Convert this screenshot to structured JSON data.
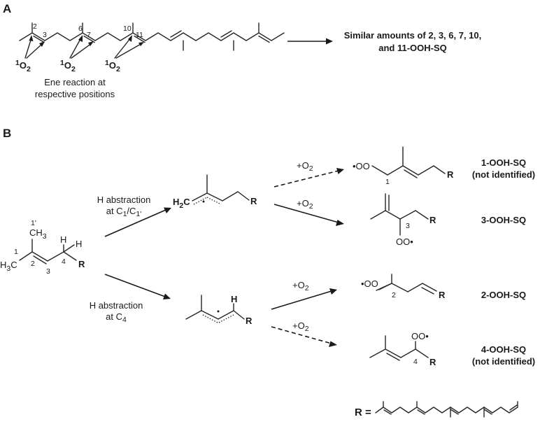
{
  "panel_a": {
    "letter": "A",
    "positions": [
      "2",
      "3",
      "6",
      "7",
      "10",
      "11"
    ],
    "oxygen": {
      "superscript": "1",
      "symbol": "O",
      "subscript": "2"
    },
    "caption_line1": "Ene reaction at",
    "caption_line2": "respective positions",
    "result_line1": "Similar amounts of 2, 3, 6, 7, 10,",
    "result_line2": "and 11-OOH-SQ"
  },
  "panel_b": {
    "letter": "B",
    "start": {
      "h_top": "H",
      "h_right": "H",
      "r": "R",
      "ch3": "CH",
      "ch3_sub": "3",
      "h3c": "H",
      "h3c_sub": "3",
      "h3c_c": "C",
      "pos_1prime": "1'",
      "pos_1": "1",
      "pos_2": "2",
      "pos_3": "3",
      "pos_4": "4"
    },
    "path1_label_line1": "H abstraction",
    "path1_label_line2_pre": "at C",
    "path1_label_sub1": "1",
    "path1_label_mid": "/C",
    "path1_label_sub2": "1'",
    "path2_label_line1": "H abstraction",
    "path2_label_line2_pre": "at C",
    "path2_label_sub": "4",
    "radical1": {
      "h2c": "H",
      "h2c_sub": "2",
      "h2c_c": "C",
      "r": "R"
    },
    "radical2": {
      "h": "H",
      "r": "R"
    },
    "o2_plus": "+O",
    "o2_sub": "2",
    "products": [
      {
        "name": "1-OOH-SQ",
        "note": "(not identified)",
        "group": "•OO",
        "position": "1",
        "r": "R"
      },
      {
        "name": "3-OOH-SQ",
        "note": "",
        "group": "OO•",
        "position": "3",
        "r": "R"
      },
      {
        "name": "2-OOH-SQ",
        "note": "",
        "group": "•OO",
        "position": "2",
        "r": "R"
      },
      {
        "name": "4-OOH-SQ",
        "note": "(not identified)",
        "group": "OO•",
        "position": "4",
        "r": "R"
      }
    ],
    "r_definition": "R ="
  }
}
